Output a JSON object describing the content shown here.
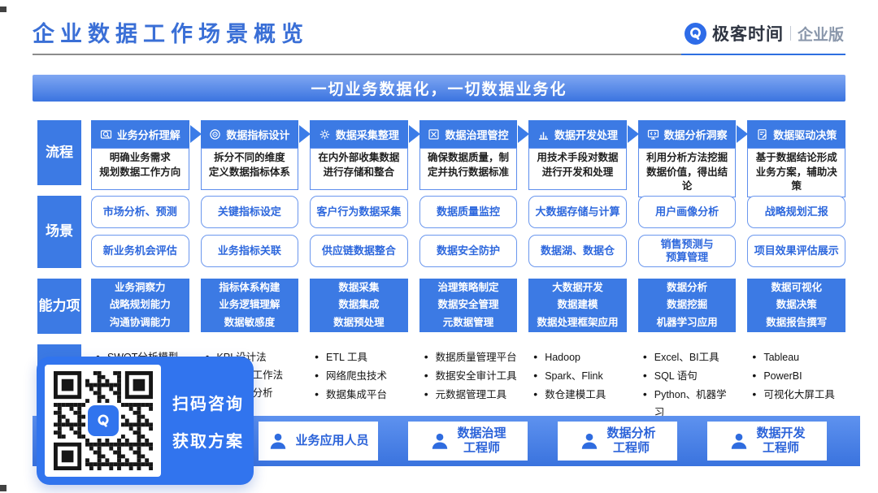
{
  "header": {
    "title": "企业数据工作场景概览",
    "banner": "一切业务数据化，一切数据业务化"
  },
  "logo": {
    "brand": "极客时间",
    "edition": "企业版"
  },
  "row_labels": {
    "process": "流程",
    "scenario": "场景",
    "capability": "能力项"
  },
  "columns": [
    {
      "process_title": "业务分析理解",
      "process_desc": "明确业务需求\n规划数据工作方向",
      "scenarios": [
        "市场分析、预测",
        "新业务机会评估"
      ],
      "capabilities": "业务洞察力\n战略规划能力\n沟通协调能力",
      "tools": [
        "SWOT分析模型"
      ]
    },
    {
      "process_title": "数据指标设计",
      "process_desc": "拆分不同的维度\n定义数据指标体系",
      "scenarios": [
        "关键指标设定",
        "业务指标关联"
      ],
      "capabilities": "指标体系构建\n业务逻辑理解\n数据敏感度",
      "tools": [
        "KPI 设计法"
      ],
      "tool_fragments": [
        "工作法",
        "分析"
      ]
    },
    {
      "process_title": "数据采集整理",
      "process_desc": "在内外部收集数据\n进行存储和整合",
      "scenarios": [
        "客户行为数据采集",
        "供应链数据整合"
      ],
      "capabilities": "数据采集\n数据集成\n数据预处理",
      "tools": [
        "ETL 工具",
        "网络爬虫技术",
        "数据集成平台"
      ]
    },
    {
      "process_title": "数据治理管控",
      "process_desc": "确保数据质量，制\n定并执行数据标准",
      "scenarios": [
        "数据质量监控",
        "数据安全防护"
      ],
      "capabilities": "治理策略制定\n数据安全管理\n元数据管理",
      "tools": [
        "数据质量管理平台",
        "数据安全审计工具",
        "元数据管理工具"
      ]
    },
    {
      "process_title": "数据开发处理",
      "process_desc": "用技术手段对数据\n进行开发和处理",
      "scenarios": [
        "大数据存储与计算",
        "数据湖、数据仓"
      ],
      "capabilities": "大数据开发\n数据建模\n数据处理框架应用",
      "tools": [
        "Hadoop",
        "Spark、Flink",
        "数仓建模工具"
      ]
    },
    {
      "process_title": "数据分析洞察",
      "process_desc": "利用分析方法挖掘\n数据价值，得出结\n论",
      "scenarios": [
        "用户画像分析",
        "销售预测与\n预算管理"
      ],
      "capabilities": "数据分析\n数据挖掘\n机器学习应用",
      "tools": [
        "Excel、BI工具",
        "SQL 语句",
        "Python、机器学习"
      ]
    },
    {
      "process_title": "数据驱动决策",
      "process_desc": "基于数据结论形成\n业务方案，辅助决\n策",
      "scenarios": [
        "战略规划汇报",
        "项目效果评估展示"
      ],
      "capabilities": "数据可视化\n数据决策\n数据报告撰写",
      "tools": [
        "Tableau",
        "PowerBI",
        "可视化大屏工具"
      ]
    }
  ],
  "qr_panel": {
    "line1": "扫码咨询",
    "line2": "获取方案"
  },
  "roles": [
    {
      "label": "业务应用人员"
    },
    {
      "label": "数据治理\n工程师"
    },
    {
      "label": "数据分析\n工程师"
    },
    {
      "label": "数据开发\n工程师"
    }
  ],
  "colors": {
    "primary_blue": "#3c7ae4",
    "panel_blue": "#3174ee",
    "scenario_text": "#2e68dd",
    "title_blue": "#3a6fd6"
  }
}
